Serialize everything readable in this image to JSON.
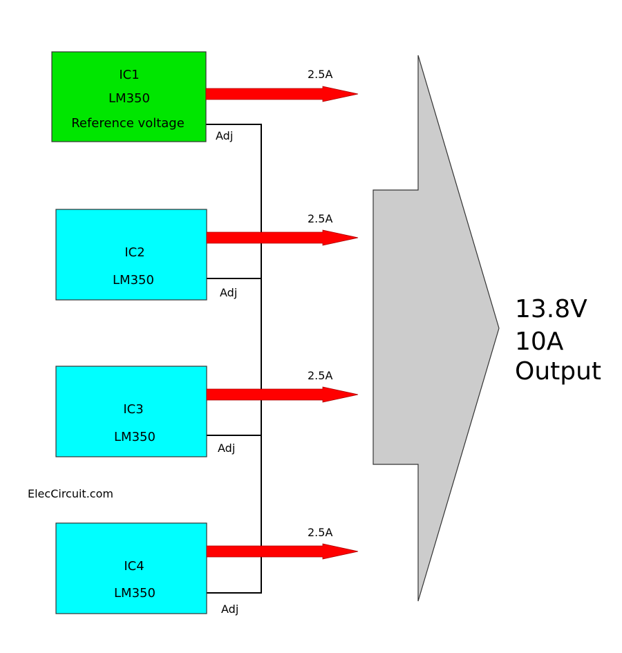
{
  "colors": {
    "reference_block": "#00e600",
    "regulator_block": "#00ffff",
    "current_arrow": "#ff0000",
    "output_arrow": "#cccccc",
    "wire": "#000000"
  },
  "blocks": [
    {
      "id": "IC1",
      "lines": [
        "IC1",
        "LM350",
        "Reference voltage"
      ],
      "adj_label": "Adj",
      "current": "2.5A"
    },
    {
      "id": "IC2",
      "lines": [
        "IC2",
        "LM350"
      ],
      "adj_label": "Adj",
      "current": "2.5A"
    },
    {
      "id": "IC3",
      "lines": [
        "IC3",
        "LM350"
      ],
      "adj_label": "Adj",
      "current": "2.5A"
    },
    {
      "id": "IC4",
      "lines": [
        "IC4",
        "LM350"
      ],
      "adj_label": "Adj",
      "current": "2.5A"
    }
  ],
  "output": {
    "voltage": "13.8V",
    "current": "10A",
    "label": "Output"
  },
  "watermark": "ElecCircuit.com"
}
